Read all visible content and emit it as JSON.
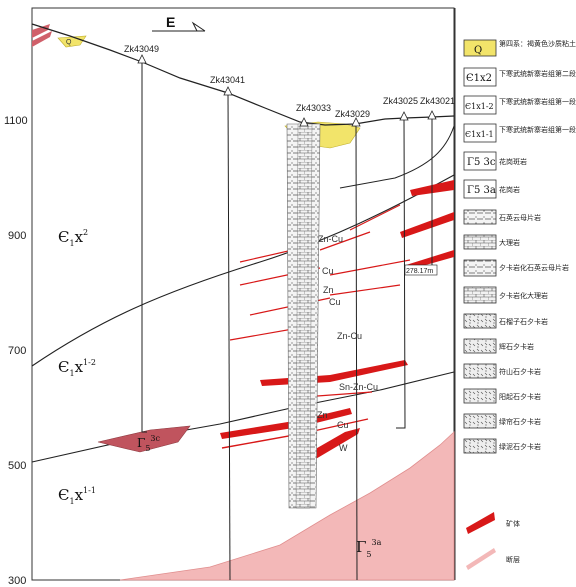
{
  "compass": {
    "label": "E"
  },
  "y_axis": {
    "ticks": [
      "1100",
      "900",
      "700",
      "500",
      "300"
    ]
  },
  "boreholes": [
    "Zk43049",
    "Zk43041",
    "Zk43033",
    "Zk43029",
    "Zk43025",
    "Zk43021"
  ],
  "depth_label": "278.17m",
  "units": {
    "x2": {
      "main": "Є",
      "sub": "1",
      "x": "x",
      "sup": "2"
    },
    "x12": {
      "main": "Є",
      "sub": "1",
      "x": "x",
      "sup": "1-2"
    },
    "x11": {
      "main": "Є",
      "sub": "1",
      "x": "x",
      "sup": "1-1"
    },
    "g3c": {
      "main": "Γ",
      "sub": "5",
      "sup": "3c"
    },
    "g3a": {
      "main": "Γ",
      "sub": "5",
      "sup": "3a"
    },
    "q": "Q"
  },
  "ore_labels": [
    "Zn-Cu",
    "Cu",
    "Zn",
    "Cu",
    "Zn-Cu",
    "Sn-Zn-Cu",
    "Zn",
    "Cu",
    "W"
  ],
  "legend": [
    {
      "symbol": "Q",
      "label": "第四系：褐黄色沙质粘土、耕植土"
    },
    {
      "symbol": "Є1x2",
      "label": "下寒武统新寨岩组第二段"
    },
    {
      "symbol": "Є1x1-2",
      "label": "下寒武统新寨岩组第一段第二亚段"
    },
    {
      "symbol": "Є1x1-1",
      "label": "下寒武统新寨岩组第一段第一亚段"
    },
    {
      "symbol": "Γ5 3c",
      "label": "花岗斑岩"
    },
    {
      "symbol": "Γ5 3a",
      "label": "花岗岩"
    },
    {
      "symbol": "",
      "label": "石英云母片岩"
    },
    {
      "symbol": "",
      "label": "大理岩"
    },
    {
      "symbol": "",
      "label": "夕卡岩化石英云母片岩"
    },
    {
      "symbol": "",
      "label": "夕卡岩化大理岩"
    },
    {
      "symbol": "",
      "label": "石榴子石夕卡岩"
    },
    {
      "symbol": "",
      "label": "辉石夕卡岩"
    },
    {
      "symbol": "",
      "label": "符山石夕卡岩"
    },
    {
      "symbol": "",
      "label": "阳起石夕卡岩"
    },
    {
      "symbol": "",
      "label": "绿帘石夕卡岩"
    },
    {
      "symbol": "",
      "label": "绿泥石夕卡岩"
    },
    {
      "symbol": "",
      "label": "矿体"
    },
    {
      "symbol": "",
      "label": "断层"
    }
  ]
}
